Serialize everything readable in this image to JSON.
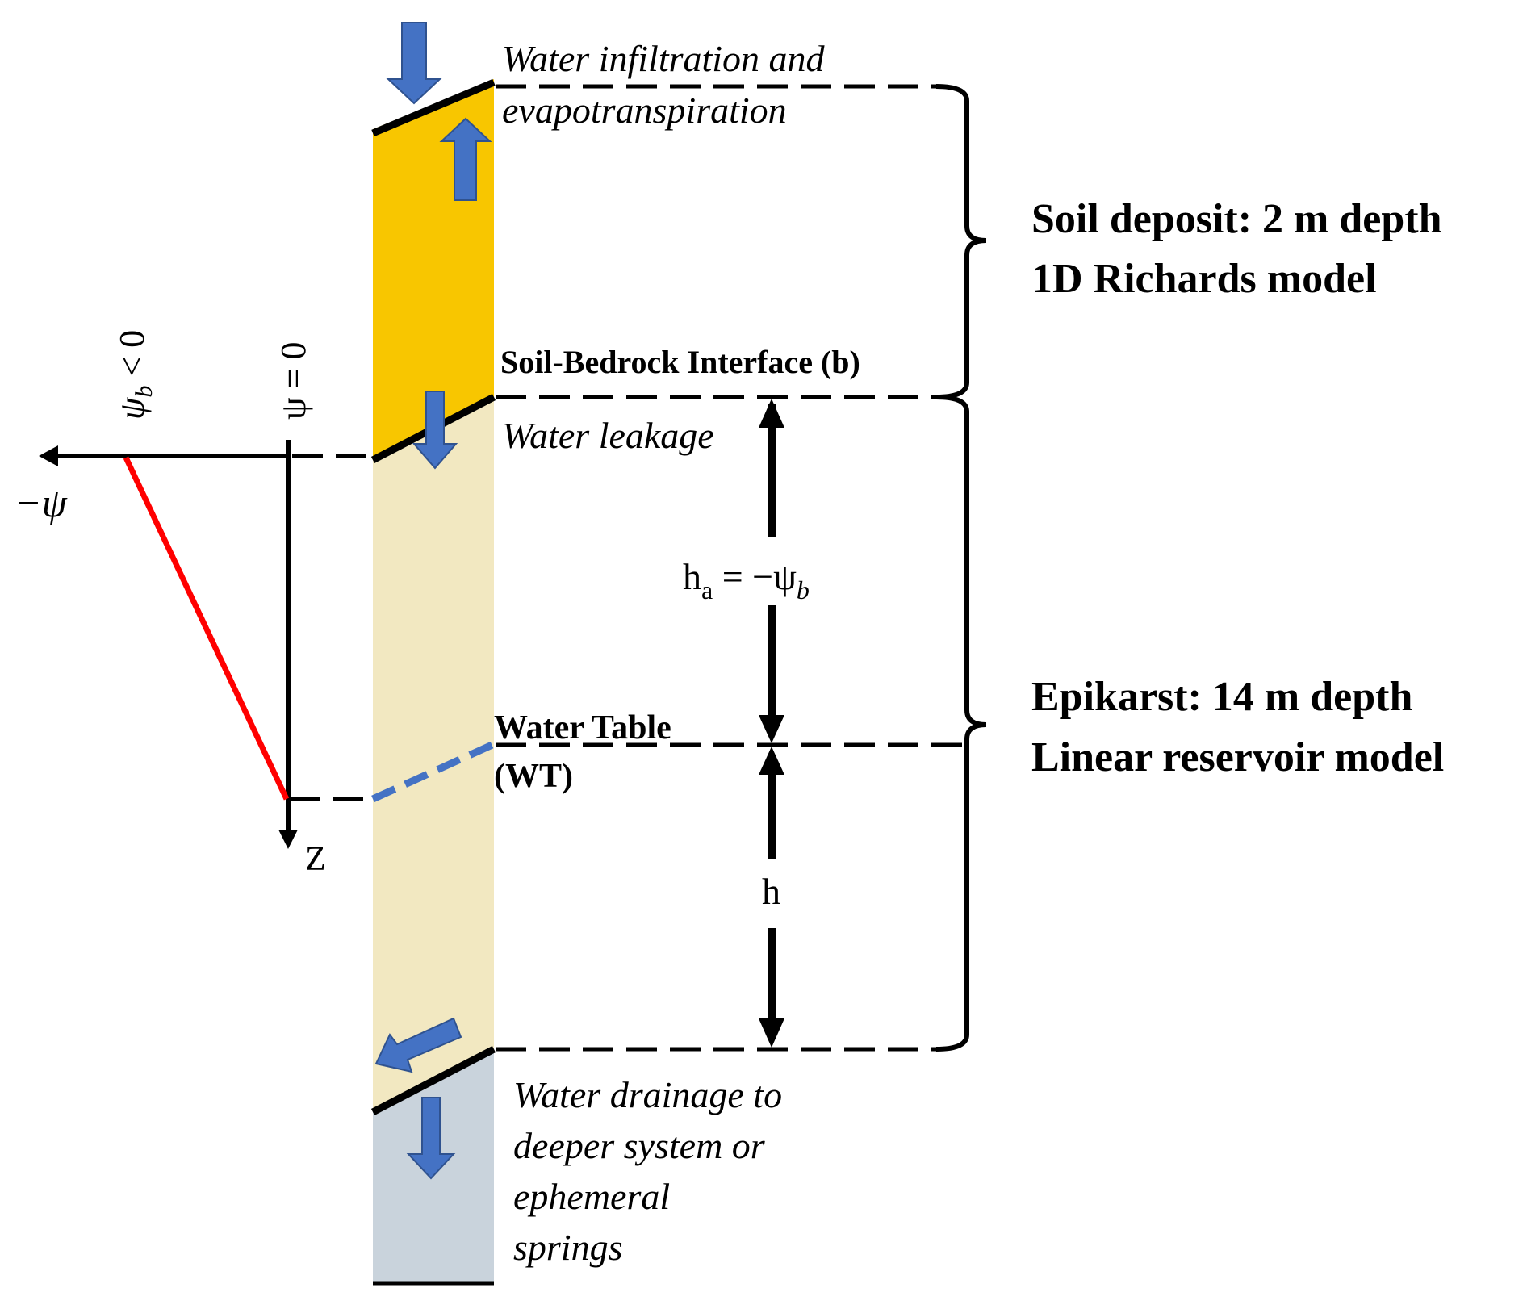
{
  "colors": {
    "soil": "#f8c600",
    "epikarst": "#f2e8c1",
    "deep": "#c9d3dc",
    "arrow_blue": "#4472c4",
    "profile_red": "#ff0000",
    "wt_blue": "#4472c4",
    "ink": "#000000"
  },
  "labels": {
    "infiltration_line1": "Water infiltration and",
    "infiltration_line2": "evapotranspiration",
    "interface": "Soil-Bedrock Interface (b)",
    "leakage": "Water leakage",
    "water_table_line1": "Water Table",
    "water_table_line2": "(WT)",
    "drainage_line1": "Water drainage to",
    "drainage_line2": "deeper system or",
    "drainage_line3": "ephemeral",
    "drainage_line4": "springs",
    "ha_main": "h",
    "ha_sub": "a",
    "ha_rhs": " = −ψ",
    "ha_rhs_sub": "b",
    "h_label": "h"
  },
  "axes": {
    "x_axis_label": "−ψ",
    "z_axis_label": "Z",
    "psi_b_label": "ψ",
    "psi_b_sub": "b",
    "psi_b_rel": " < 0",
    "psi_zero_label": "ψ = 0"
  },
  "layers": [
    {
      "title": "Soil deposit: 2 m depth",
      "model": "1D Richards model"
    },
    {
      "title": "Epikarst: 14 m depth",
      "model": "Linear reservoir model"
    }
  ],
  "icons": {
    "infiltration": "arrow-down-icon",
    "evapotranspiration": "arrow-up-icon",
    "leakage": "arrow-down-icon",
    "lateral_drainage": "arrow-left-down-icon",
    "deep_drainage": "arrow-down-icon"
  }
}
